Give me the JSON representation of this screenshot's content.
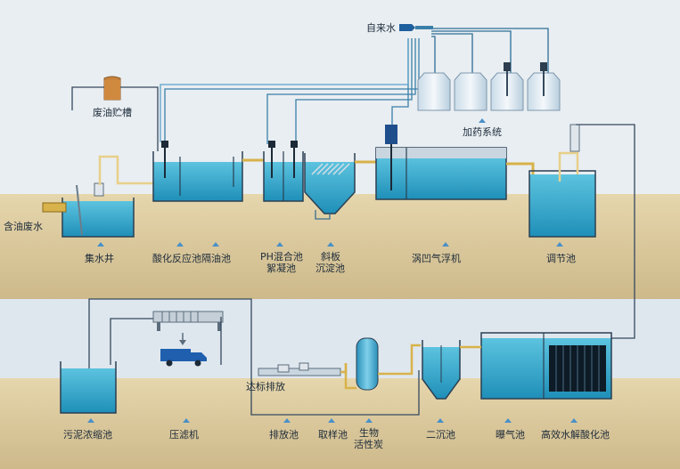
{
  "labels": {
    "tap_water": "自来水",
    "waste_oil_tank": "废油贮槽",
    "dosing_system": "加药系统",
    "oily_wastewater": "含油废水",
    "collection_well": "集水井",
    "acidification_tank": "酸化反应池",
    "oil_separation_tank": "隔油池",
    "ph_mixing_tank": "PH混合池",
    "flocculation_tank": "絮凝池",
    "inclined_plate_1": "斜板",
    "inclined_plate_2": "沉淀池",
    "cavitation_flotation": "涡凹气浮机",
    "regulating_tank": "调节池",
    "sludge_thickener": "污泥浓缩池",
    "filter_press": "压滤机",
    "discharge_standard": "达标排放",
    "discharge_tank": "排放池",
    "sampling_tank": "取样池",
    "bio_carbon_1": "生物",
    "bio_carbon_2": "活性炭",
    "secondary_clarifier": "二沉池",
    "aeration_tank": "曝气池",
    "hydrolysis_acidification": "高效水解酸化池"
  },
  "colors": {
    "background": "#e9eef2",
    "ground": "#d9c79c",
    "water": "#3aa6c9",
    "pipe_dark": "#1f4e6b",
    "pipe_yellow": "#d8b24a",
    "tank_outline": "#2a3f52",
    "truck": "#1f5fae"
  },
  "icons": [
    "truck-icon",
    "mixer-icon",
    "filter-press-icon",
    "dosing-tank-icon",
    "flow-arrow-icon"
  ]
}
